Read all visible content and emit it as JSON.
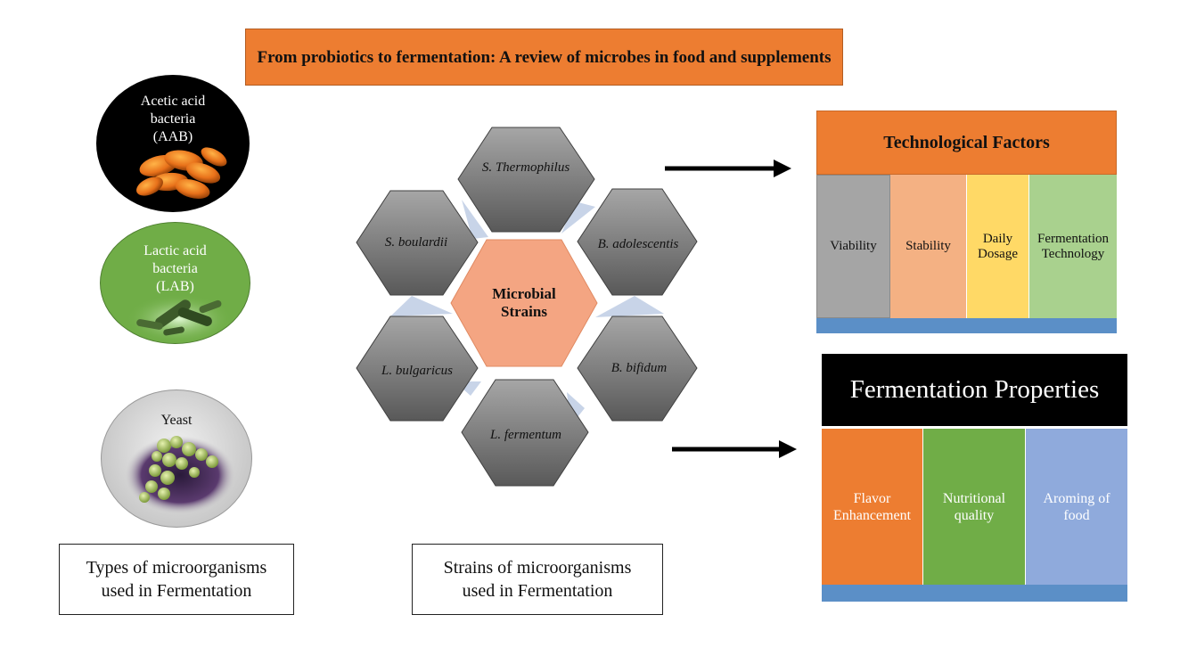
{
  "title": "From probiotics to fermentation: A review of microbes in food and supplements",
  "microorganism_types": [
    {
      "label_lines": [
        "Acetic acid",
        "bacteria",
        "(AAB)"
      ],
      "background": "#000000",
      "text_color": "#ffffff",
      "image_icon": "orange-bacteria-icon"
    },
    {
      "label_lines": [
        "Lactic acid",
        "bacteria",
        "(LAB)"
      ],
      "background": "#70ad47",
      "text_color": "#ffffff",
      "image_icon": "rod-bacteria-icon"
    },
    {
      "label_lines": [
        "Yeast"
      ],
      "background": "#c9c9c9",
      "text_color": "#111111",
      "image_icon": "yeast-cells-icon"
    }
  ],
  "captions": {
    "types": "Types of microorganisms used in Fermentation",
    "strains": "Strains of microorganisms used in Fermentation"
  },
  "strains": {
    "center": "Microbial Strains",
    "items": [
      "S. Thermophilus",
      "B. adolescentis",
      "B. bifidum",
      "L. fermentum",
      "L. bulgaricus",
      "S. boulardii"
    ]
  },
  "technological_factors": {
    "title": "Technological Factors",
    "columns": [
      {
        "label": "Viability",
        "color": "#a5a5a5"
      },
      {
        "label": "Stability",
        "color": "#f4b183"
      },
      {
        "label": "Daily Dosage",
        "color": "#ffd966"
      },
      {
        "label": "Fermentation Technology",
        "color": "#a9d18e"
      }
    ]
  },
  "fermentation_properties": {
    "title": "Fermentation Properties",
    "columns": [
      {
        "label": "Flavor Enhancement",
        "color": "#ed7d31"
      },
      {
        "label": "Nutritional quality",
        "color": "#70ad47"
      },
      {
        "label": "Aroming of food",
        "color": "#8faadc"
      }
    ]
  },
  "colors": {
    "accent_orange": "#ed7d31",
    "hex_gray": "#7f7f7f",
    "hex_center": "#f4a582",
    "arrow": "#000000",
    "bottom_bar": "#5b8fc7"
  }
}
